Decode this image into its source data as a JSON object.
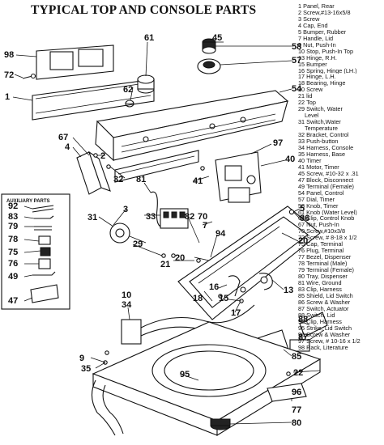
{
  "title": "TYPICAL TOP AND CONSOLE PARTS",
  "aux_parts_title": "AUXILIARY PARTS",
  "parts": [
    "1 Panel, Rear",
    "2 Screw,#13-16x5/8",
    "3 Screw",
    "4 Cap, End",
    "5 Bumper, Rubber",
    "7 Handle, Lid",
    "9 Nut, Push-In",
    "10 Stop, Push-In Top",
    "13 Hinge, R.H.",
    "15 Bumper",
    "16 Spring, Hinge (LH.)",
    "17 Hinge, L.H.",
    "18 Bearing, Hinge",
    "20 Screw",
    "21 lid",
    "22 Top",
    "29 Switch, Water",
    "Level",
    "31 Switch,Water",
    "Temperature",
    "32 Bracket, Control",
    "33 Push-button",
    "34 Harness, Console",
    "35 Harness, Base",
    "40 Timer",
    "41 Motor, Timer",
    "45 Screw, #10-32 x .31",
    "47 Block, Disconnect",
    "49 Terminal (Female)",
    "54 Panel, Control",
    "57 Dial, Timer",
    "58 Knob, Timer",
    "61 Knob (Water Level)",
    "62 Clip, Control Knob",
    "67 Nut, Push-In",
    "70 Screw,#10x3/8",
    "72 Screw, # 8-18 x 1/2",
    "75 Cap, Terminal",
    "76 Plug, Terminal",
    "77 Bezel, Dispenser",
    "78 Terminal (Male)",
    "79 Terminal (Female)",
    "80 Tray, Dispenser",
    "81 Wire, Ground",
    "83 Clip, Harness",
    "85 Shield, Lid Switch",
    "86 Screw & Washer",
    "87 Switch, Actuator",
    "88 Switch, Lid",
    "92 Clip, Harness",
    "95 Strike, Lid Switch",
    "96 Screw & Washer",
    "97 Screw, # 10-16 x 1/2",
    "98 Rack, Literature"
  ],
  "callouts": {
    "c98": "98",
    "c72": "72",
    "c1": "1",
    "c61": "61",
    "c62": "62",
    "c45": "45",
    "c58": "58",
    "c57": "57",
    "c54": "54",
    "c67": "67",
    "c4": "4",
    "c2": "2",
    "c32": "32",
    "c97": "97",
    "c40": "40",
    "c81": "81",
    "c41": "41",
    "c33": "33",
    "c3": "3",
    "c31": "31",
    "c29": "29",
    "c82": "82",
    "c70": "70",
    "c5": "5",
    "c86": "86",
    "c7": "7",
    "c20": "20",
    "c94": "94",
    "c21": "21",
    "c22": "22",
    "c92": "92",
    "c83": "83",
    "c79": "79",
    "c78": "78",
    "c75": "75",
    "c76": "76",
    "c49": "49",
    "c47": "47",
    "c10": "10",
    "c34": "34",
    "c18": "18",
    "c16": "16",
    "c15": "15",
    "c17": "17",
    "c13": "13",
    "c88": "88",
    "c87": "87",
    "c85": "85",
    "c9": "9",
    "c35": "35",
    "c95": "95",
    "c96": "96",
    "c77": "77",
    "c80": "80"
  }
}
